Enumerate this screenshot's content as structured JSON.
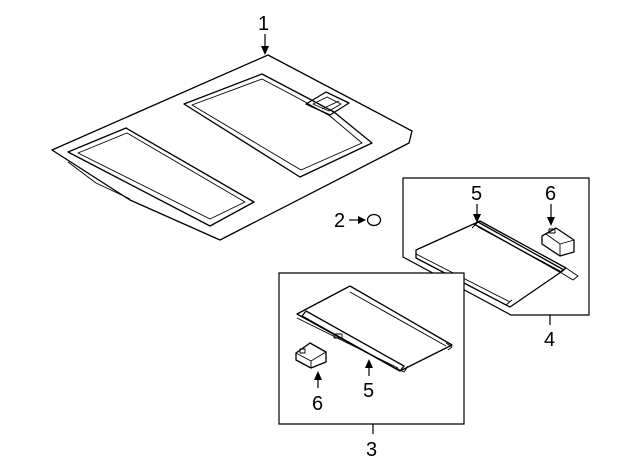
{
  "callouts": {
    "c1": "1",
    "c2": "2",
    "c3": "3",
    "c4": "4",
    "c5a": "5",
    "c5b": "5",
    "c6a": "6",
    "c6b": "6"
  },
  "colors": {
    "line": "#000000",
    "background": "#ffffff"
  }
}
